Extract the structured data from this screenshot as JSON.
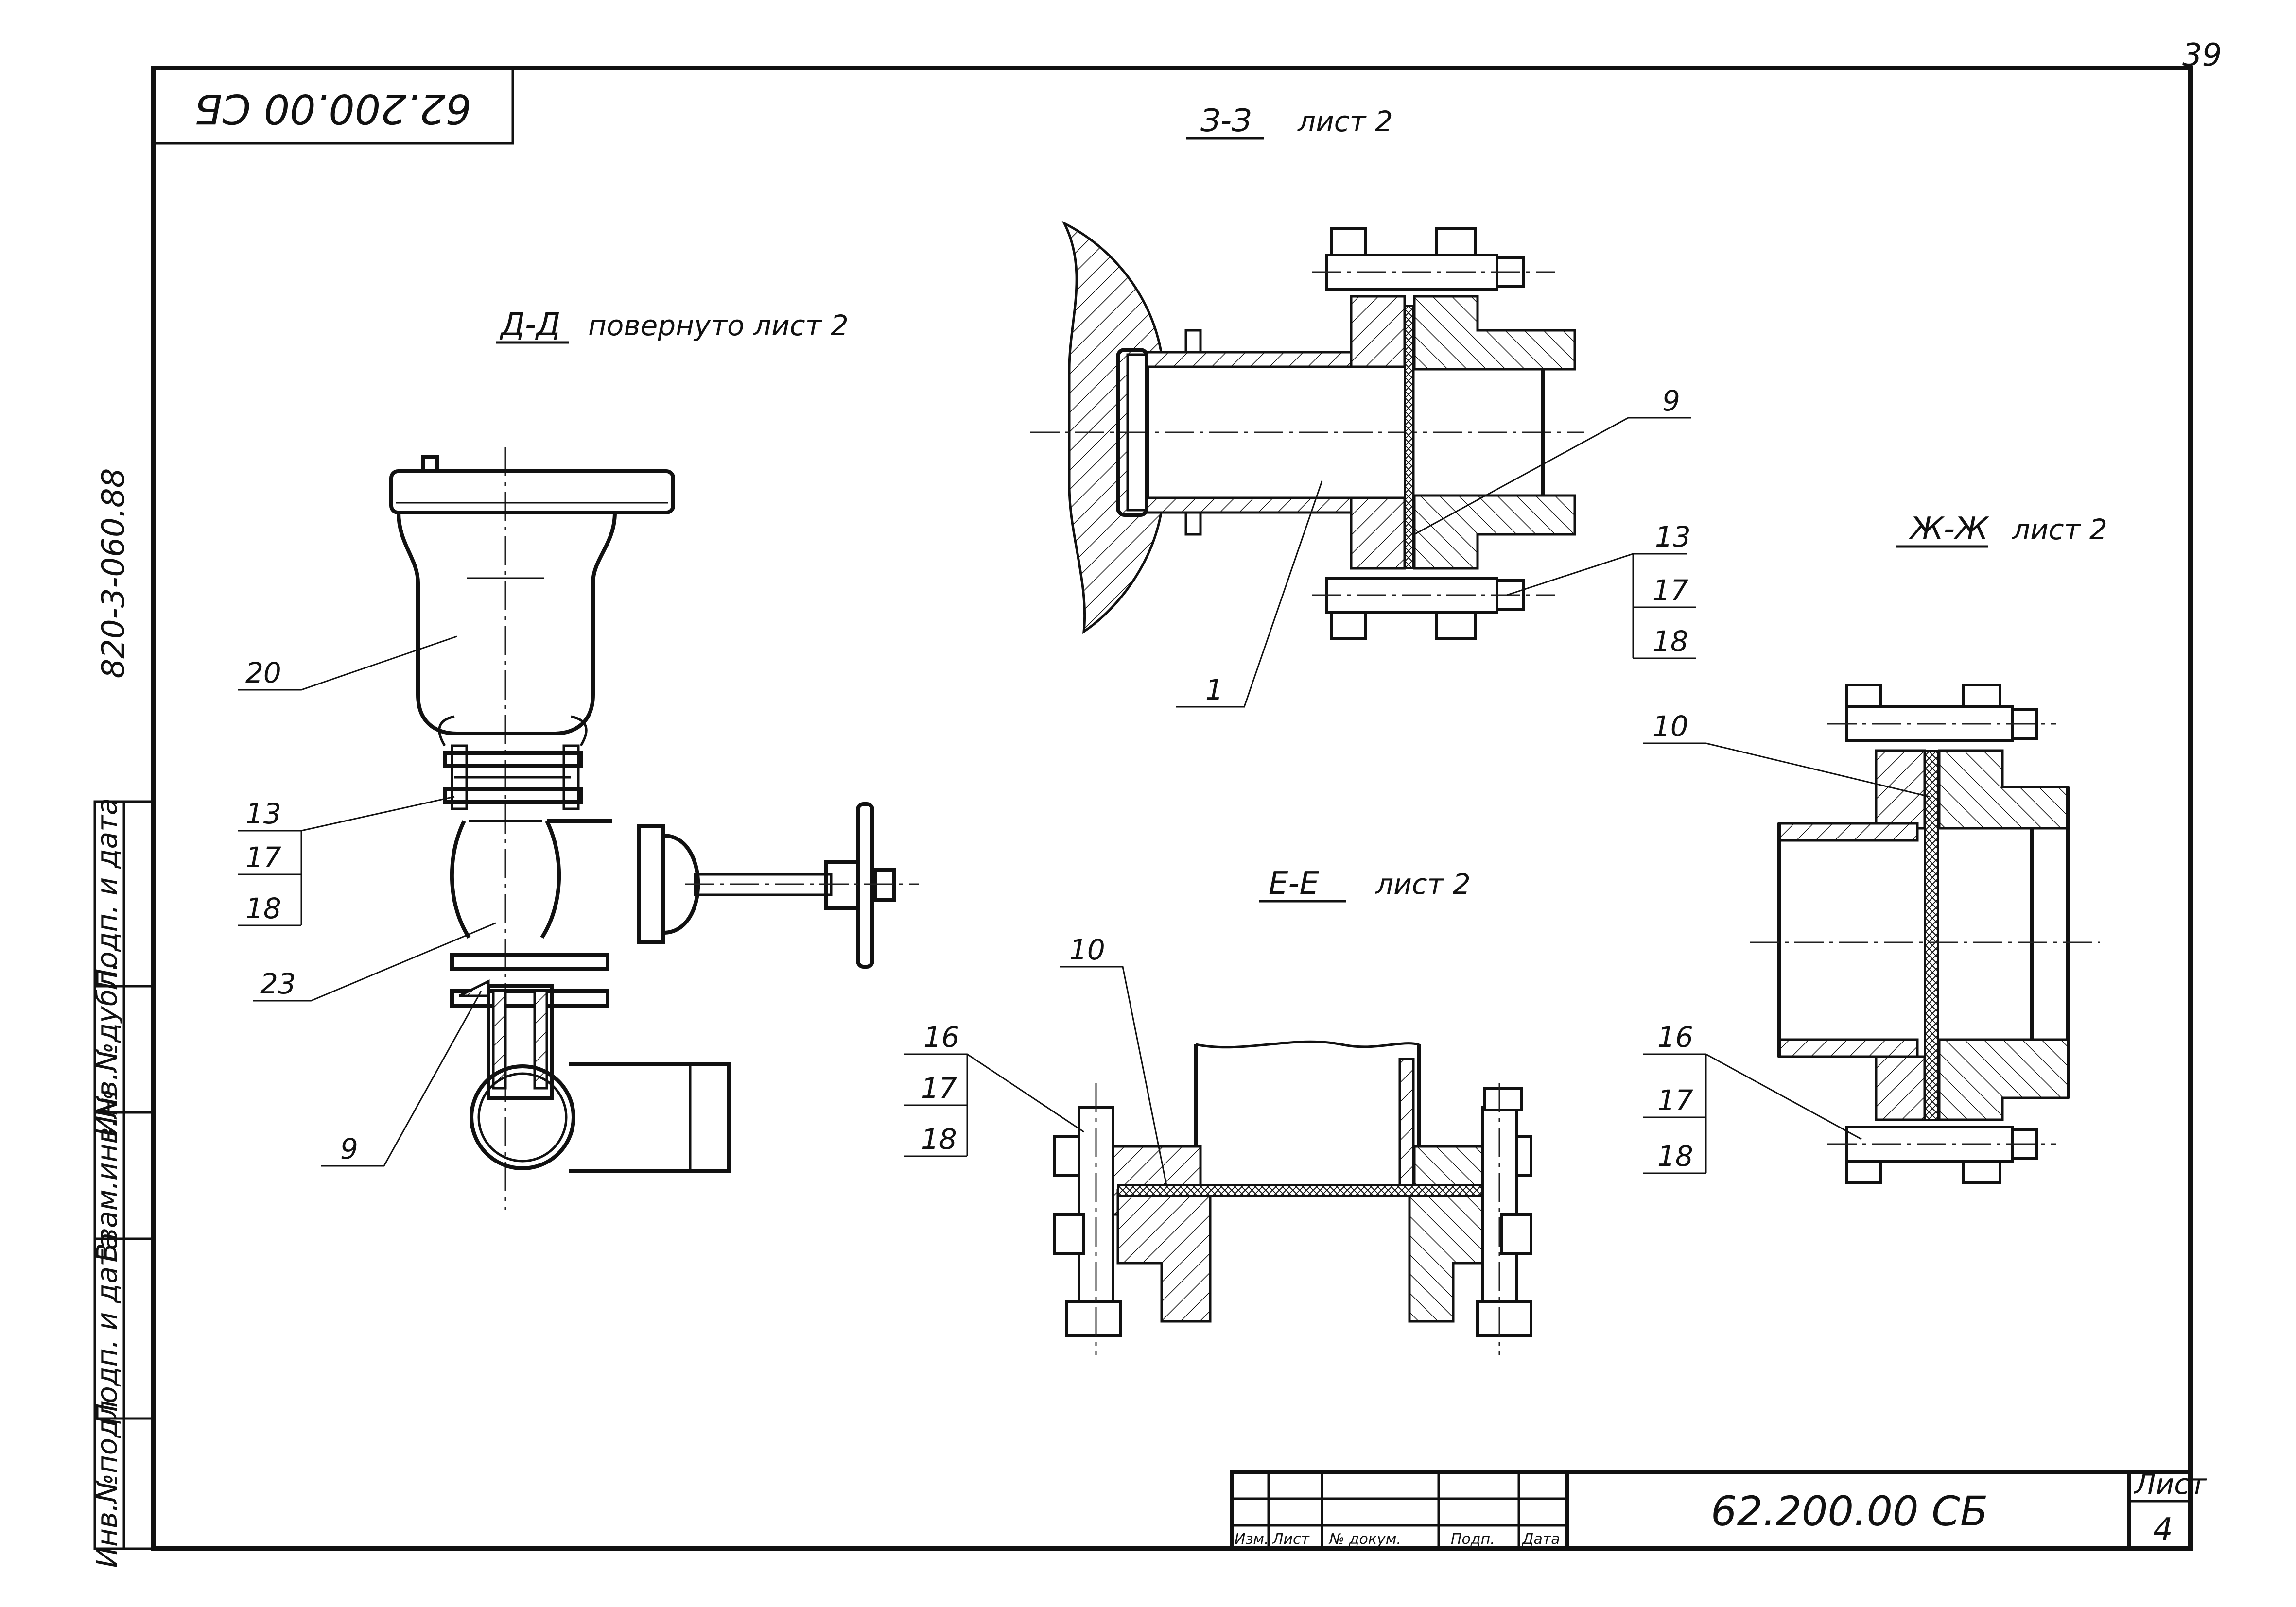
{
  "sheet_number_corner": "39",
  "stamp_rotated": "62.200.00 СБ",
  "vertical_code": "820-3-060.88",
  "sections": {
    "zz": {
      "title": "З-З",
      "sheet": "лист 2"
    },
    "dd": {
      "title": "Д-Д",
      "sheet": "повернуто лист 2"
    },
    "ee": {
      "title": "Е-Е",
      "sheet": "лист 2"
    },
    "jj": {
      "title": "Ж-Ж",
      "sheet": "лист 2"
    }
  },
  "callouts": {
    "dd": [
      "20",
      "13",
      "17",
      "18",
      "23",
      "9"
    ],
    "zz": [
      "9",
      "13",
      "17",
      "18",
      "1"
    ],
    "ee": [
      "10",
      "16",
      "17",
      "18"
    ],
    "jj": [
      "10",
      "16",
      "17",
      "18"
    ]
  },
  "left_strip": [
    "Инв.№подл",
    "Подп. и дата",
    "Взам.инв.№",
    "Инв.№дубл.",
    "Подп. и дата"
  ],
  "title_block": {
    "headers": [
      "Изм.",
      "Лист",
      "№ докум.",
      "Подп.",
      "Дата"
    ],
    "designation": "62.200.00 СБ",
    "sheet_label": "Лист",
    "sheet_value": "4"
  }
}
